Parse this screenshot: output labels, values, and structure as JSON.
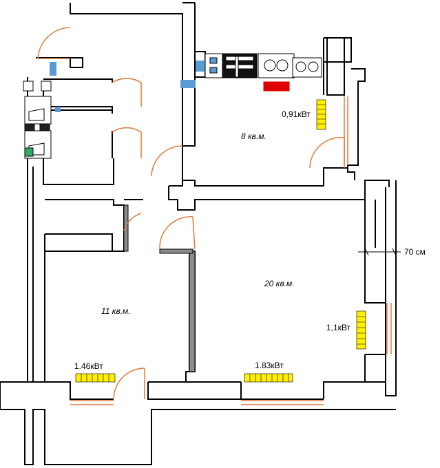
{
  "rooms": [
    {
      "id": "kitchen",
      "area_label": "8 кв.м."
    },
    {
      "id": "bedroom",
      "area_label": "11 кв.м."
    },
    {
      "id": "living",
      "area_label": "20 кв.м."
    }
  ],
  "heaters": [
    {
      "id": "kitchen-heater",
      "power_label": "0,91кВт"
    },
    {
      "id": "living-side-heater",
      "power_label": "1,1кВт"
    },
    {
      "id": "bedroom-heater",
      "power_label": "1.46кВт"
    },
    {
      "id": "living-bottom-heater",
      "power_label": "1.83кВт"
    }
  ],
  "dimension": {
    "label": "70 см"
  },
  "colors": {
    "wall": "#000000",
    "door": "#e07a3a",
    "heater": "#ffee00",
    "radiator": "#e00000",
    "pipe": "#5b9bd5",
    "partition": "#8c8c8c"
  },
  "icons": [
    "stove-icon",
    "sink-icon",
    "radiator-icon",
    "toilet-icon"
  ]
}
